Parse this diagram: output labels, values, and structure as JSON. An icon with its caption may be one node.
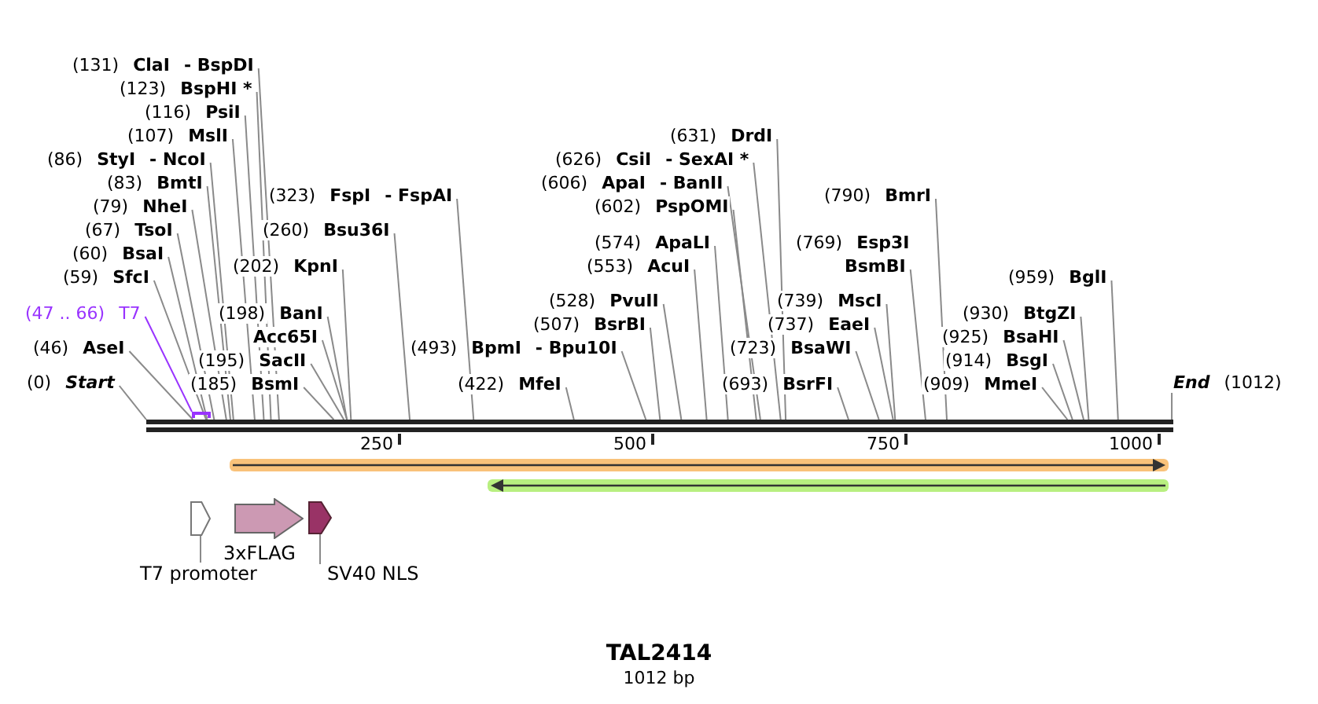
{
  "diagram": {
    "title": "TAL2414",
    "caption": "1012 bp",
    "nodes": [
      {
        "text": [
          "(131)",
          "ClaI",
          "- BspDI"
        ]
      },
      {
        "text": [
          "(123)",
          "BspHI *"
        ]
      },
      {
        "text": [
          "(116)",
          "PsiI"
        ]
      },
      {
        "text": [
          "(107)",
          "MslI"
        ]
      },
      {
        "text": [
          "(86)",
          "StyI",
          "- NcoI"
        ]
      },
      {
        "text": [
          "(83)",
          "BmtI"
        ]
      },
      {
        "text": [
          "(79)",
          "NheI"
        ]
      },
      {
        "text": [
          "(67)",
          "TsoI"
        ]
      },
      {
        "text": [
          "(60)",
          "BsaI"
        ]
      },
      {
        "text": [
          "(59)",
          "SfcI"
        ]
      },
      {
        "text": [
          "(47 .. 66)",
          "T7"
        ]
      },
      {
        "text": [
          "(46)",
          "AseI"
        ]
      },
      {
        "text": [
          "(0)",
          "Start"
        ]
      },
      {
        "text": [
          "(323)",
          "FspI",
          "- FspAI"
        ]
      },
      {
        "text": [
          "(260)",
          "Bsu36I"
        ]
      },
      {
        "text": [
          "(202)",
          "KpnI"
        ]
      },
      {
        "text": [
          "(198)",
          "BanI"
        ]
      },
      {
        "text": [
          "Acc65I"
        ]
      },
      {
        "text": [
          "(195)",
          "SacII"
        ]
      },
      {
        "text": [
          "(185)",
          "BsmI"
        ]
      },
      {
        "text": [
          "(493)",
          "BpmI",
          "- Bpu10I"
        ]
      },
      {
        "text": [
          "(422)",
          "MfeI"
        ]
      },
      {
        "text": [
          "(631)",
          "DrdI"
        ]
      },
      {
        "text": [
          "(626)",
          "CsiI",
          "- SexAI *"
        ]
      },
      {
        "text": [
          "(606)",
          "ApaI",
          "- BanII"
        ]
      },
      {
        "text": [
          "(602)",
          "PspOMI"
        ]
      },
      {
        "text": [
          "(574)",
          "ApaLI"
        ]
      },
      {
        "text": [
          "(553)",
          "AcuI"
        ]
      },
      {
        "text": [
          "(528)",
          "PvuII"
        ]
      },
      {
        "text": [
          "(507)",
          "BsrBI"
        ]
      },
      {
        "text": [
          "(723)",
          "BsaWI"
        ]
      },
      {
        "text": [
          "(693)",
          "BsrFI"
        ]
      },
      {
        "text": [
          "(790)",
          "BmrI"
        ]
      },
      {
        "text": [
          "(769)",
          "Esp3I"
        ]
      },
      {
        "text": [
          "BsmBI"
        ]
      },
      {
        "text": [
          "(739)",
          "MscI"
        ]
      },
      {
        "text": [
          "(737)",
          "EaeI"
        ]
      },
      {
        "text": [
          "(909)",
          "MmeI"
        ]
      },
      {
        "text": [
          "(914)",
          "BsgI"
        ]
      },
      {
        "text": [
          "(925)",
          "BsaHI"
        ]
      },
      {
        "text": [
          "(930)",
          "BtgZI"
        ]
      },
      {
        "text": [
          "(959)",
          "BglI"
        ]
      },
      {
        "text": [
          "End",
          "(1012)"
        ]
      },
      {
        "text": [],
        "shape": "bar"
      },
      {
        "text": [],
        "shape": "bar"
      },
      {
        "text": [],
        "shape": "arrow"
      },
      {
        "text": [],
        "shape": "arrow"
      },
      {
        "text": [],
        "shape": "arrow"
      },
      {
        "text": [],
        "shape": "arrow",
        "beside": [
          "3xFLAG"
        ]
      },
      {
        "text": [],
        "shape": "arrow"
      },
      {
        "text": [
          "T7 promoter"
        ]
      },
      {
        "text": [
          "SV40 NLS"
        ]
      }
    ],
    "edges": [
      {
        "from": 0,
        "to": 43,
        "arrow": "none"
      },
      {
        "from": 1,
        "to": 43,
        "arrow": "none"
      },
      {
        "from": 2,
        "to": 43,
        "arrow": "none"
      },
      {
        "from": 3,
        "to": 43,
        "arrow": "none"
      },
      {
        "from": 4,
        "to": 43,
        "arrow": "none"
      },
      {
        "from": 5,
        "to": 43,
        "arrow": "none"
      },
      {
        "from": 6,
        "to": 43,
        "arrow": "none"
      },
      {
        "from": 7,
        "to": 43,
        "arrow": "none"
      },
      {
        "from": 8,
        "to": 43,
        "arrow": "none"
      },
      {
        "from": 9,
        "to": 43,
        "arrow": "none"
      },
      {
        "from": 10,
        "to": 44,
        "arrow": "none",
        "color": "#9933ff"
      },
      {
        "from": 11,
        "to": 43,
        "arrow": "none"
      },
      {
        "from": 12,
        "to": 43,
        "arrow": "none"
      },
      {
        "from": 13,
        "to": 43,
        "arrow": "none"
      },
      {
        "from": 14,
        "to": 43,
        "arrow": "none"
      },
      {
        "from": 15,
        "to": 43,
        "arrow": "none"
      },
      {
        "from": 16,
        "to": 43,
        "arrow": "none"
      },
      {
        "from": 17,
        "to": 43,
        "arrow": "none"
      },
      {
        "from": 18,
        "to": 43,
        "arrow": "none"
      },
      {
        "from": 19,
        "to": 43,
        "arrow": "none"
      },
      {
        "from": 20,
        "to": 43,
        "arrow": "none"
      },
      {
        "from": 21,
        "to": 43,
        "arrow": "none"
      },
      {
        "from": 22,
        "to": 43,
        "arrow": "none"
      },
      {
        "from": 23,
        "to": 43,
        "arrow": "none"
      },
      {
        "from": 24,
        "to": 43,
        "arrow": "none"
      },
      {
        "from": 25,
        "to": 43,
        "arrow": "none"
      },
      {
        "from": 26,
        "to": 43,
        "arrow": "none"
      },
      {
        "from": 27,
        "to": 43,
        "arrow": "none"
      },
      {
        "from": 28,
        "to": 43,
        "arrow": "none"
      },
      {
        "from": 29,
        "to": 43,
        "arrow": "none"
      },
      {
        "from": 30,
        "to": 43,
        "arrow": "none"
      },
      {
        "from": 31,
        "to": 43,
        "arrow": "none"
      },
      {
        "from": 32,
        "to": 43,
        "arrow": "none"
      },
      {
        "from": 34,
        "to": 43,
        "arrow": "none"
      },
      {
        "from": 35,
        "to": 43,
        "arrow": "none"
      },
      {
        "from": 36,
        "to": 43,
        "arrow": "none"
      },
      {
        "from": 37,
        "to": 43,
        "arrow": "none"
      },
      {
        "from": 38,
        "to": 43,
        "arrow": "none"
      },
      {
        "from": 39,
        "to": 43,
        "arrow": "none"
      },
      {
        "from": 40,
        "to": 43,
        "arrow": "none"
      },
      {
        "from": 41,
        "to": 43,
        "arrow": "none"
      },
      {
        "from": 42,
        "to": 43,
        "arrow": "none"
      },
      {
        "from": 50,
        "to": 47,
        "arrow": "none"
      },
      {
        "from": 51,
        "to": 49,
        "arrow": "none"
      }
    ],
    "labels": [
      "250",
      "500",
      "750",
      "1000"
    ]
  }
}
